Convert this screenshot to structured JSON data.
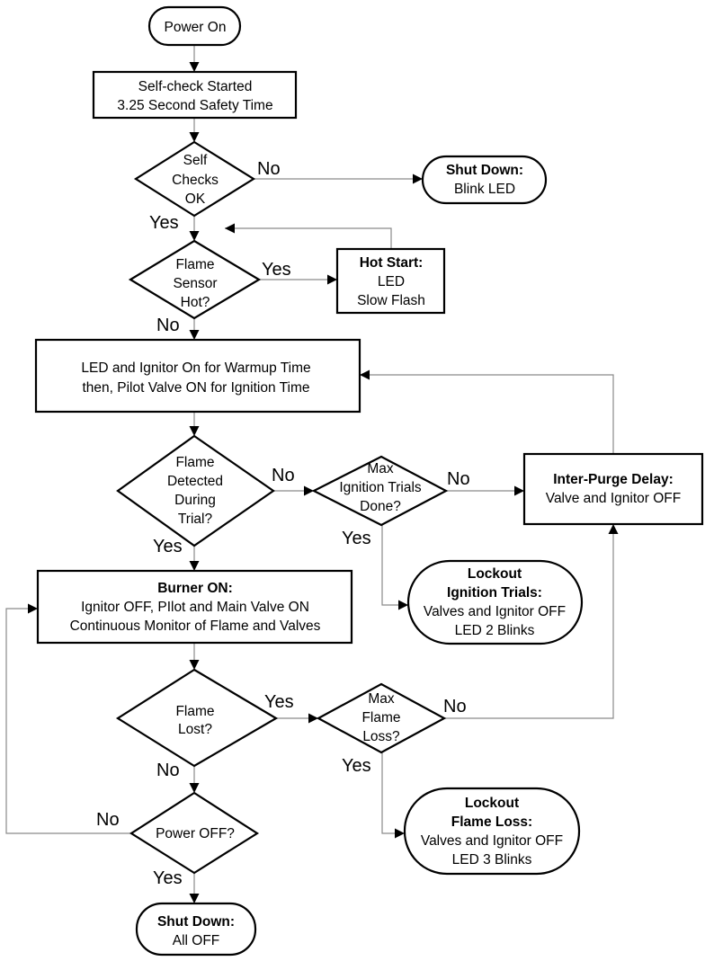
{
  "nodes": {
    "power_on": {
      "lines": [
        "Power On"
      ]
    },
    "self_check_started": {
      "lines": [
        "Self-check Started",
        "3.25 Second Safety Time"
      ]
    },
    "self_checks_ok": {
      "lines": [
        "Self",
        "Checks",
        "OK"
      ]
    },
    "shutdown_blink": {
      "title": "Shut Down:",
      "lines": [
        "Blink LED"
      ]
    },
    "flame_sensor_hot": {
      "lines": [
        "Flame",
        "Sensor",
        "Hot?"
      ]
    },
    "hot_start": {
      "title": "Hot Start:",
      "lines": [
        "LED",
        "Slow Flash"
      ]
    },
    "led_ignitor_on": {
      "lines": [
        "LED and Ignitor On for Warmup Time",
        "then, Pilot Valve ON for Ignition Time"
      ]
    },
    "flame_detected": {
      "lines": [
        "Flame",
        "Detected",
        "During",
        "Trial?"
      ]
    },
    "max_ignition_trials": {
      "lines": [
        "Max",
        "Ignition Trials",
        "Done?"
      ]
    },
    "inter_purge_delay": {
      "title": "Inter-Purge Delay:",
      "lines": [
        "Valve and Ignitor OFF"
      ]
    },
    "lockout_ignition": {
      "title_lines": [
        "Lockout",
        "Ignition Trials:"
      ],
      "lines": [
        "Valves and Ignitor OFF",
        "LED 2 Blinks"
      ]
    },
    "burner_on": {
      "title": "Burner ON:",
      "lines": [
        "Ignitor OFF, PIlot and Main Valve ON",
        "Continuous Monitor of Flame and Valves"
      ]
    },
    "flame_lost": {
      "lines": [
        "Flame",
        "Lost?"
      ]
    },
    "max_flame_loss": {
      "lines": [
        "Max",
        "Flame",
        "Loss?"
      ]
    },
    "power_off": {
      "lines": [
        "Power OFF?"
      ]
    },
    "lockout_flame_loss": {
      "title_lines": [
        "Lockout",
        "Flame Loss:"
      ],
      "lines": [
        "Valves and Ignitor OFF",
        "LED 3 Blinks"
      ]
    },
    "shutdown_all_off": {
      "title": "Shut Down:",
      "lines": [
        "All OFF"
      ]
    }
  },
  "edge_labels": {
    "self_checks_no": "No",
    "self_checks_yes": "Yes",
    "flame_sensor_yes": "Yes",
    "flame_sensor_no": "No",
    "flame_detected_no": "No",
    "flame_detected_yes": "Yes",
    "max_ignition_no": "No",
    "max_ignition_yes": "Yes",
    "flame_lost_yes": "Yes",
    "flame_lost_no": "No",
    "max_flame_loss_no": "No",
    "max_flame_loss_yes": "Yes",
    "power_off_no": "No",
    "power_off_yes": "Yes"
  }
}
